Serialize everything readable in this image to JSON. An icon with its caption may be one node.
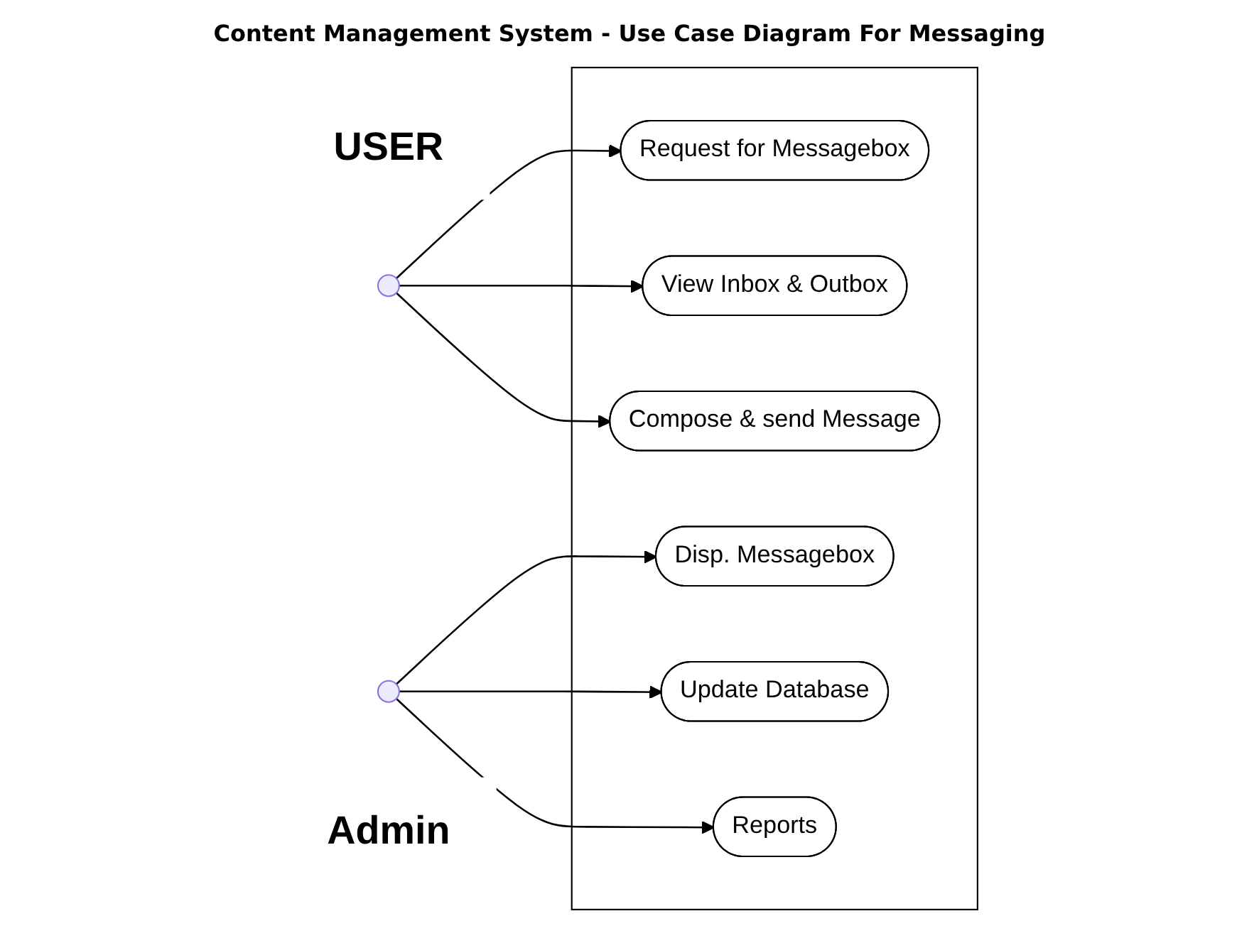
{
  "diagram": {
    "title": "Content Management System - Use Case Diagram For Messaging",
    "nodes": [
      {
        "text": [
          "USER"
        ]
      },
      {
        "text": [],
        "shape": "circle"
      },
      {
        "text": [],
        "shape": "box"
      },
      {
        "text": [
          "Request for Messagebox"
        ],
        "in": 2
      },
      {
        "text": [
          "Disp. Messagebox"
        ],
        "in": 2
      },
      {
        "text": [
          "View Inbox & Outbox"
        ],
        "in": 2
      },
      {
        "text": [
          "Compose & send Message"
        ],
        "in": 2
      },
      {
        "text": [
          "Update Database"
        ],
        "in": 2
      },
      {
        "text": [
          "Reports"
        ],
        "in": 2
      },
      {
        "text": [],
        "shape": "circle"
      },
      {
        "text": [
          "Admin"
        ]
      }
    ],
    "edges": [
      {
        "from": 1,
        "to": 3,
        "arrow": "to"
      },
      {
        "from": 1,
        "to": 5,
        "arrow": "to"
      },
      {
        "from": 1,
        "to": 6,
        "arrow": "to"
      },
      {
        "from": 9,
        "to": 4,
        "arrow": "to"
      },
      {
        "from": 9,
        "to": 7,
        "arrow": "to"
      },
      {
        "from": 9,
        "to": 8,
        "arrow": "to"
      }
    ]
  }
}
